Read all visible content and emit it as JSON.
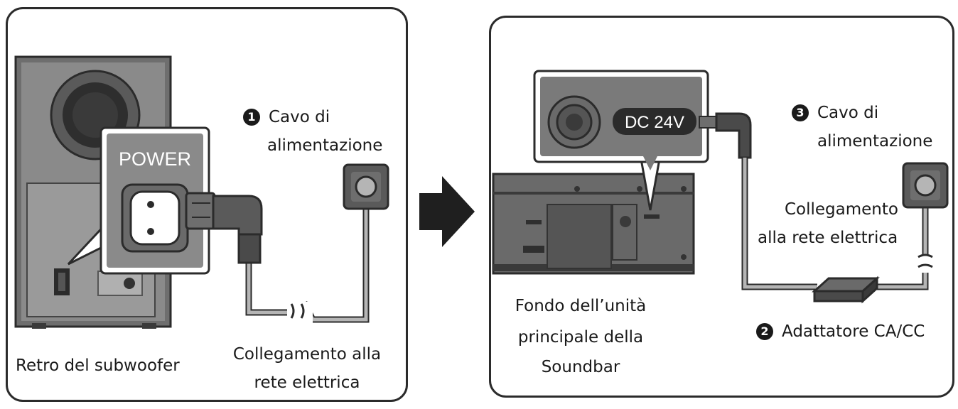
{
  "left_panel": {
    "power_label": "POWER",
    "cable_number": "1",
    "cable_label_line1": "Cavo di",
    "cable_label_line2": "alimentazione",
    "outlet_label_line1": "Collegamento alla",
    "outlet_label_line2": "rete elettrica",
    "subwoofer_label": "Retro del subwoofer"
  },
  "right_panel": {
    "dc_label": "DC 24V",
    "cable_number": "3",
    "cable_label_line1": "Cavo di",
    "cable_label_line2": "alimentazione",
    "outlet_label_line1": "Collegamento",
    "outlet_label_line2": "alla rete elettrica",
    "adapter_number": "2",
    "adapter_label": "Adattatore CA/CC",
    "soundbar_label_line1": "Fondo dell’unità",
    "soundbar_label_line2": "principale della",
    "soundbar_label_line3": "Soundbar"
  },
  "colors": {
    "outline": "#2b2b2b",
    "device_dark": "#6e6e6e",
    "device_mid": "#a9a9a9",
    "cable": "#b5b5b5",
    "text": "#1a1a1a"
  }
}
